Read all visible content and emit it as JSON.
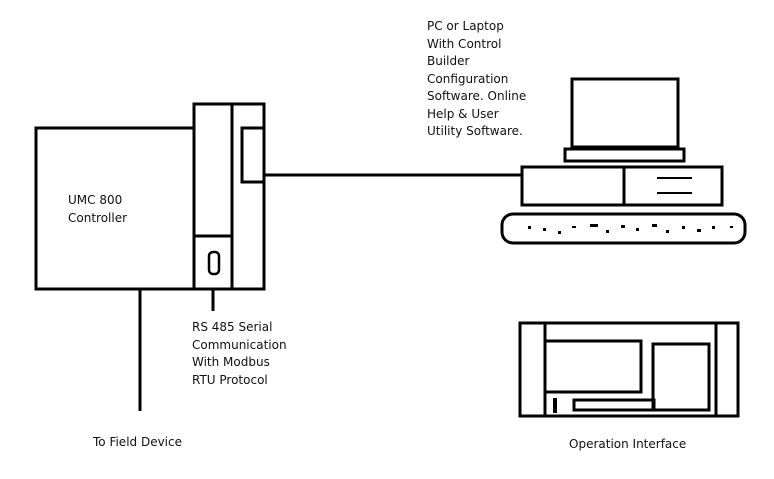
{
  "colors": {
    "line": "#000000",
    "background": "#ffffff",
    "text": "#111111"
  },
  "labels": {
    "controller": [
      "UMC 800",
      "Controller"
    ],
    "pc": [
      "PC or Laptop",
      "With Control",
      "Builder",
      "Configuration",
      "Software. Online",
      "Help & User",
      "Utility Software."
    ],
    "rs485": [
      "RS 485 Serial",
      "Communication",
      "With Modbus",
      "RTU Protocol"
    ],
    "field_device": "To Field Device",
    "operation_interface": "Operation Interface"
  }
}
